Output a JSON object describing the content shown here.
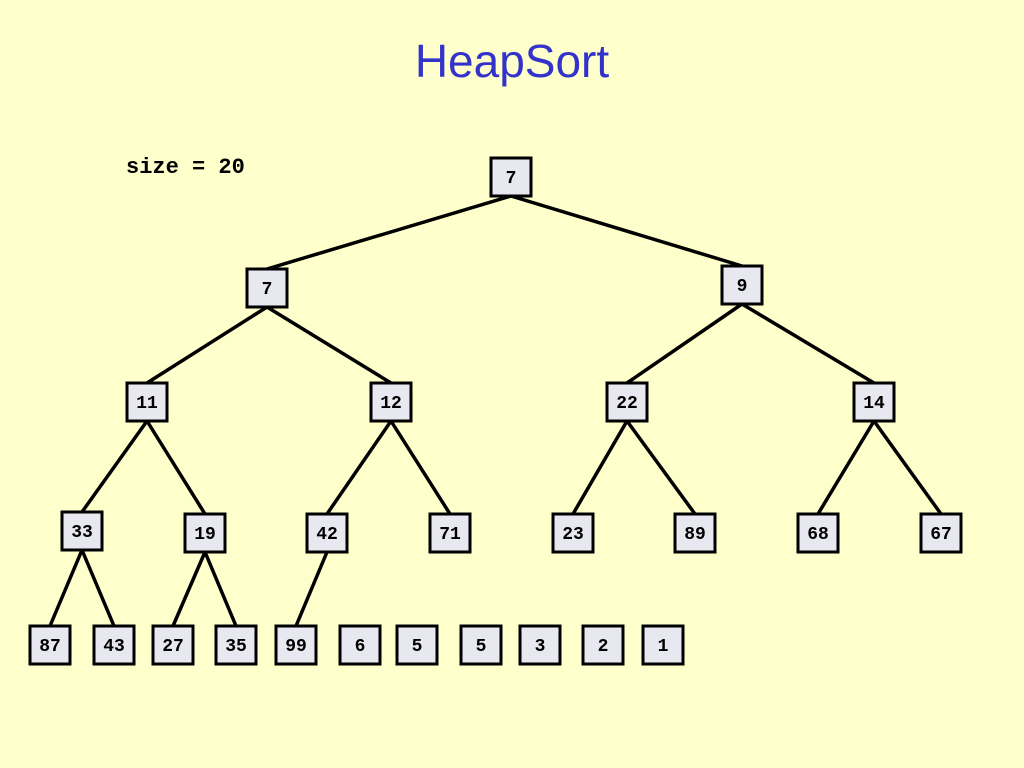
{
  "title": "HeapSort",
  "size_label": "size = 20",
  "tree": {
    "nodes": [
      {
        "id": "n0",
        "value": "7"
      },
      {
        "id": "n1",
        "value": "7"
      },
      {
        "id": "n2",
        "value": "9"
      },
      {
        "id": "n3",
        "value": "11"
      },
      {
        "id": "n4",
        "value": "12"
      },
      {
        "id": "n5",
        "value": "22"
      },
      {
        "id": "n6",
        "value": "14"
      },
      {
        "id": "n7",
        "value": "33"
      },
      {
        "id": "n8",
        "value": "19"
      },
      {
        "id": "n9",
        "value": "42"
      },
      {
        "id": "n10",
        "value": "71"
      },
      {
        "id": "n11",
        "value": "23"
      },
      {
        "id": "n12",
        "value": "89"
      },
      {
        "id": "n13",
        "value": "68"
      },
      {
        "id": "n14",
        "value": "67"
      },
      {
        "id": "n15",
        "value": "87"
      },
      {
        "id": "n16",
        "value": "43"
      },
      {
        "id": "n17",
        "value": "27"
      },
      {
        "id": "n18",
        "value": "35"
      },
      {
        "id": "n19",
        "value": "99"
      }
    ],
    "edges": [
      [
        "n0",
        "n1"
      ],
      [
        "n0",
        "n2"
      ],
      [
        "n1",
        "n3"
      ],
      [
        "n1",
        "n4"
      ],
      [
        "n2",
        "n5"
      ],
      [
        "n2",
        "n6"
      ],
      [
        "n3",
        "n7"
      ],
      [
        "n3",
        "n8"
      ],
      [
        "n4",
        "n9"
      ],
      [
        "n4",
        "n10"
      ],
      [
        "n5",
        "n11"
      ],
      [
        "n5",
        "n12"
      ],
      [
        "n6",
        "n13"
      ],
      [
        "n6",
        "n14"
      ],
      [
        "n7",
        "n15"
      ],
      [
        "n7",
        "n16"
      ],
      [
        "n8",
        "n17"
      ],
      [
        "n8",
        "n18"
      ],
      [
        "n9",
        "n19"
      ]
    ]
  },
  "sorted_values": [
    {
      "id": "s0",
      "value": "6"
    },
    {
      "id": "s1",
      "value": "5"
    },
    {
      "id": "s2",
      "value": "5"
    },
    {
      "id": "s3",
      "value": "3"
    },
    {
      "id": "s4",
      "value": "2"
    },
    {
      "id": "s5",
      "value": "1"
    }
  ]
}
